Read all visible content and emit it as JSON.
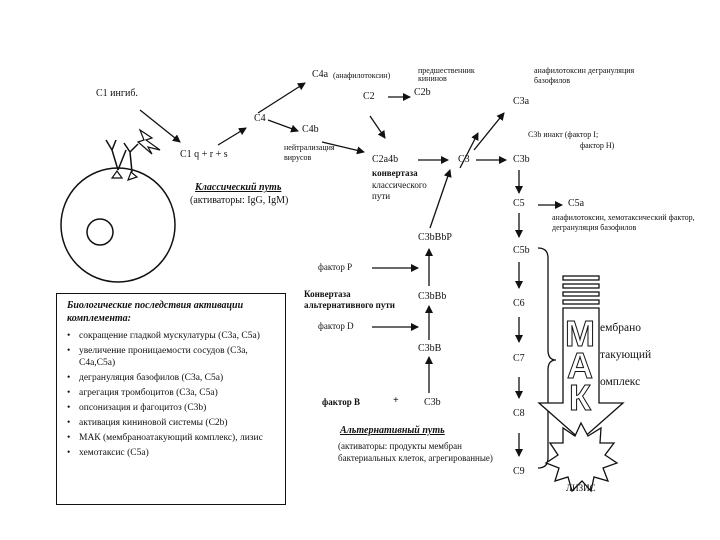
{
  "classical": {
    "c1_inhib": "C1 ингиб.",
    "c1qrs": "C1 q + r + s",
    "c4": "C4",
    "c4a": "C4a",
    "c4a_note": "(анафилотоксин)",
    "precursor_note": "предшественник кининов",
    "c2": "C2",
    "c2b": "C2b",
    "c4b": "C4b",
    "neutralization_note": "нейтрализация вирусов",
    "c2a4b": "C2a4b",
    "convertase_label": "конвертаза",
    "convertase_note": "классического пути",
    "c3": "C3",
    "title": "Классический путь",
    "activators": "(активаторы: IgG, IgM)"
  },
  "right_column": {
    "anaphylatoxin_note": "анафилотоксин дегрануляция базофилов",
    "c3a": "C3a",
    "c3b_inact": "C3b инакт (фактор I;",
    "factor_h": "фактор H)",
    "c3b": "C3b",
    "c5": "C5",
    "c5a": "C5a",
    "c5a_note": "анафилотоксин, хемотаксический фактор, дегрануляция базофилов",
    "c5b": "C5b",
    "c6": "C6",
    "c7": "C7",
    "c8": "C8",
    "c9": "C9",
    "mac_letters": [
      "М",
      "А",
      "К"
    ],
    "mac_words": [
      "ембрано",
      "такующий",
      "омплекс"
    ],
    "lysis": "ЛИЗИС"
  },
  "alternative": {
    "c3bbbp": "C3bBbP",
    "factor_p": "фактор P",
    "convertase_title": "Конвертаза",
    "convertase_path": "альтернативного пути",
    "c3bbb": "C3bBb",
    "factor_d": "фактор D",
    "c3bb": "C3bB",
    "factor_b": "фактор B",
    "plus": "+",
    "c3b": "C3b",
    "title": "Альтернативный путь",
    "activators": "(активаторы: продукты мембран бактериальных клеток, агрегированные)"
  },
  "effects": {
    "title": "Биологические последствия активации комплемента:",
    "items": [
      "сокращение гладкой мускулатуры (C3a, C5a)",
      "увеличение проницаемости сосудов (C3a, C4a,C5a)",
      "дегрануляция базофилов (C3a, C5a)",
      "агрегация тромбоцитов (C3a, C5a)",
      "опсонизация и фагоцитоз (C3b)",
      "активация кининовой системы (C2b)",
      "МАК (мембраноатакующий комплекс), лизис",
      "хемотаксис (C5a)"
    ]
  }
}
